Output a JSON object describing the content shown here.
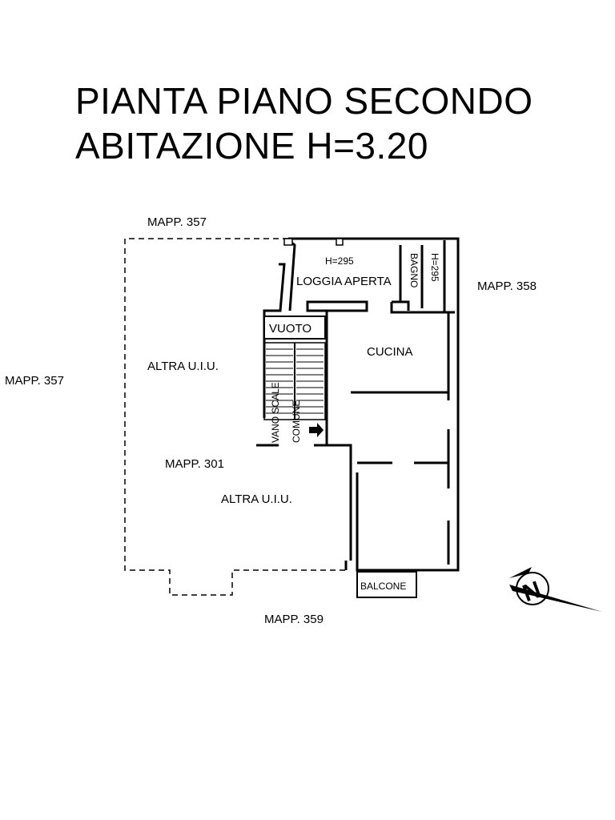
{
  "title": {
    "line1": "PIANTA PIANO SECONDO",
    "line2": "ABITAZIONE  H=3.20"
  },
  "parcels": {
    "north": "MAPP. 357",
    "west": "MAPP. 357",
    "east": "MAPP. 358",
    "south": "MAPP. 359",
    "inner": "MAPP. 301"
  },
  "rooms": {
    "other_unit_1": "ALTRA U.I.U.",
    "other_unit_2": "ALTRA U.I.U.",
    "loggia_height": "H=295",
    "loggia": "LOGGIA APERTA",
    "bathroom": "BAGNO",
    "bathroom_height": "H=295",
    "void": "VUOTO",
    "kitchen": "CUCINA",
    "stair_line1": "VANO SCALE",
    "stair_line2": "COMUNE",
    "balcony": "BALCONE"
  },
  "compass": {
    "icon": "north-arrow-icon",
    "letter": "N"
  }
}
